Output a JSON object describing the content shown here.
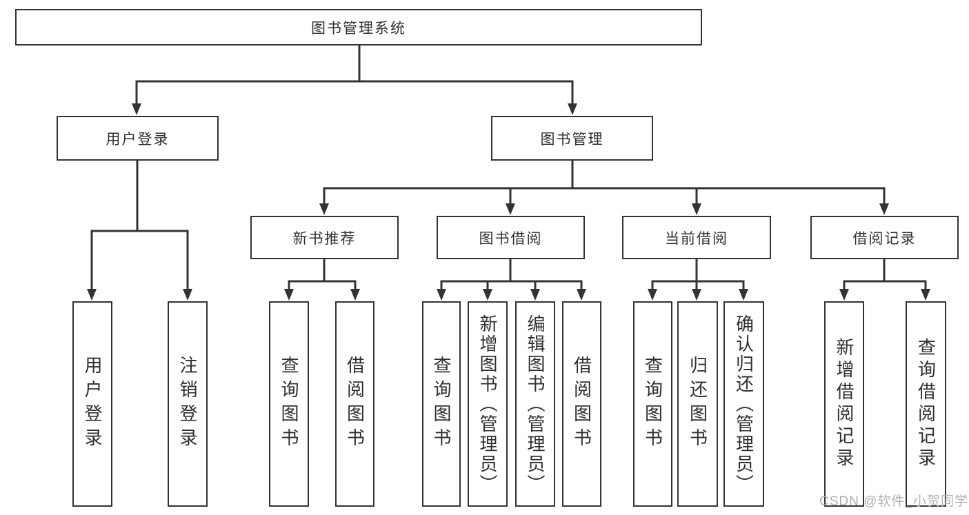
{
  "colors": {
    "line": "#333333",
    "text": "#2f2f2f",
    "box_border": "#333333",
    "watermark": "#b0b0b0",
    "background": "#ffffff"
  },
  "root": {
    "label": "图书管理系统"
  },
  "level2": [
    {
      "id": "user-login",
      "label": "用户登录"
    },
    {
      "id": "book-management",
      "label": "图书管理"
    }
  ],
  "level3": [
    {
      "id": "new-book-recommend",
      "label": "新书推荐"
    },
    {
      "id": "book-borrow",
      "label": "图书借阅"
    },
    {
      "id": "current-borrow",
      "label": "当前借阅"
    },
    {
      "id": "borrow-records",
      "label": "借阅记录"
    }
  ],
  "leaves": [
    {
      "label": "用户登录"
    },
    {
      "label": "注销登录"
    },
    {
      "label": "查询图书"
    },
    {
      "label": "借阅图书"
    },
    {
      "label": "查询图书"
    },
    {
      "label": "新增图书（管理员）"
    },
    {
      "label": "编辑图书（管理员）"
    },
    {
      "label": "借阅图书"
    },
    {
      "label": "查询图书"
    },
    {
      "label": "归还图书"
    },
    {
      "label": "确认归还（管理员）"
    },
    {
      "label": "新增借阅记录"
    },
    {
      "label": "查询借阅记录"
    }
  ],
  "watermark": {
    "text": "CSDN @软件_小贺同学"
  }
}
